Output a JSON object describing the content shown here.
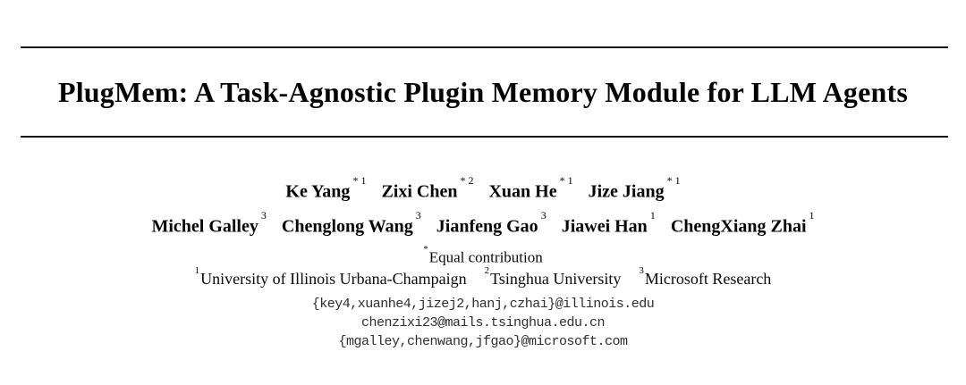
{
  "paper": {
    "title": "PlugMem: A Task-Agnostic Plugin Memory Module for LLM Agents"
  },
  "authors": {
    "row1": [
      {
        "name": "Ke Yang",
        "sup": "* 1"
      },
      {
        "name": "Zixi Chen",
        "sup": "* 2"
      },
      {
        "name": "Xuan He",
        "sup": "* 1"
      },
      {
        "name": "Jize Jiang",
        "sup": "* 1"
      }
    ],
    "row2": [
      {
        "name": "Michel Galley",
        "sup": "3"
      },
      {
        "name": "Chenglong Wang",
        "sup": "3"
      },
      {
        "name": "Jianfeng Gao",
        "sup": "3"
      },
      {
        "name": "Jiawei Han",
        "sup": "1"
      },
      {
        "name": "ChengXiang Zhai",
        "sup": "1"
      }
    ]
  },
  "notes": {
    "equal_contribution": {
      "marker": "*",
      "text": "Equal contribution"
    },
    "affiliations": [
      {
        "marker": "1",
        "text": "University of Illinois Urbana-Champaign"
      },
      {
        "marker": "2",
        "text": "Tsinghua University"
      },
      {
        "marker": "3",
        "text": "Microsoft Research"
      }
    ]
  },
  "emails": [
    "{key4,xuanhe4,jizej2,hanj,czhai}@illinois.edu",
    "chenzixi23@mails.tsinghua.edu.cn",
    "{mgalley,chenwang,jfgao}@microsoft.com"
  ]
}
